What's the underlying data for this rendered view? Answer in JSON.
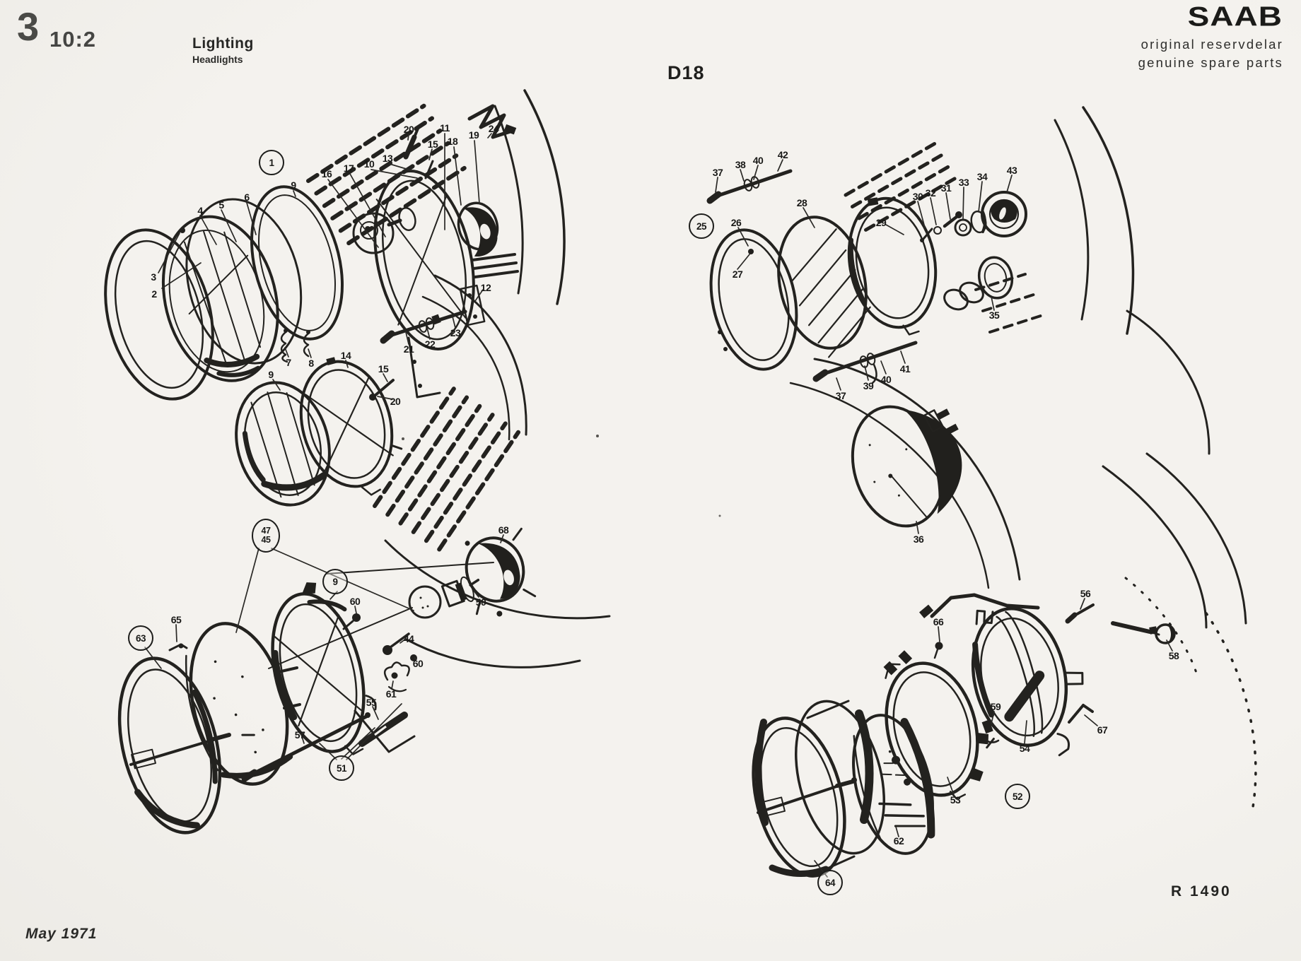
{
  "page": {
    "section_number": "3",
    "section_ref": "10:2",
    "title": "Lighting",
    "subtitle": "Headlights",
    "plate_code": "D18",
    "brand": "SAAB",
    "brand_line1": "original reservdelar",
    "brand_line2": "genuine spare parts",
    "footer_date": "May 1971",
    "footer_ref": "R 1490",
    "ink_color": "#21201d",
    "paper_color": "#f2f0ec"
  },
  "diagrams": [
    {
      "name": "headlight-assembly-bulb-type",
      "callouts": [
        "1",
        "4",
        "5",
        "6",
        "9",
        "16",
        "17",
        "10",
        "13",
        "20",
        "15",
        "11",
        "18",
        "19",
        "24",
        "3",
        "2",
        "12",
        "7",
        "8",
        "14",
        "21",
        "22",
        "23",
        "9",
        "15",
        "20"
      ]
    },
    {
      "name": "headlight-assembly-sealed-beam",
      "callouts": [
        "25",
        "37",
        "38",
        "40",
        "42",
        "28",
        "26",
        "27",
        "29",
        "30",
        "32",
        "31",
        "33",
        "34",
        "43",
        "35",
        "37",
        "39",
        "40",
        "41",
        "36"
      ]
    },
    {
      "name": "headlight-assembly-bulb-late-type",
      "callouts": [
        "47",
        "45",
        "63",
        "9",
        "51",
        "65",
        "60",
        "68",
        "50",
        "44",
        "60",
        "61",
        "55",
        "57"
      ]
    },
    {
      "name": "headlight-assembly-bucket-type",
      "callouts": [
        "52",
        "64",
        "66",
        "56",
        "58",
        "67",
        "54",
        "59",
        "53",
        "62"
      ]
    }
  ]
}
